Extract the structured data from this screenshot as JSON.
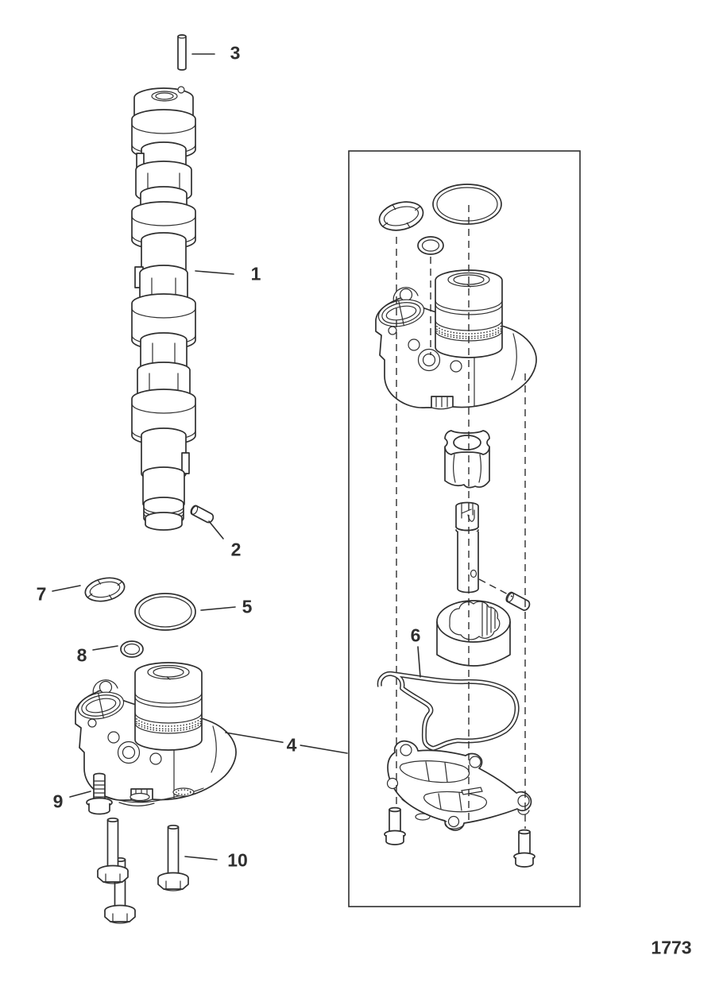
{
  "page": {
    "figure_number": "1773"
  },
  "diagram": {
    "background_color": "#ffffff",
    "line_color": "#2f2f2f",
    "callouts": [
      {
        "number": "1"
      },
      {
        "number": "2"
      },
      {
        "number": "3"
      },
      {
        "number": "4"
      },
      {
        "number": "5"
      },
      {
        "number": "6"
      },
      {
        "number": "7"
      },
      {
        "number": "8"
      },
      {
        "number": "9"
      },
      {
        "number": "10"
      }
    ]
  }
}
